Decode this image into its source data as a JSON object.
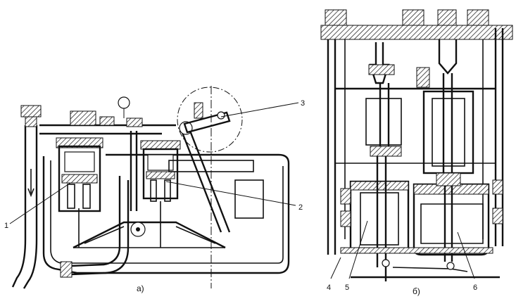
{
  "left_view": {
    "caption": "а)",
    "callouts": [
      "1",
      "2",
      "3"
    ]
  },
  "right_view": {
    "caption": "б)",
    "callouts": [
      "4",
      "5",
      "6"
    ]
  }
}
